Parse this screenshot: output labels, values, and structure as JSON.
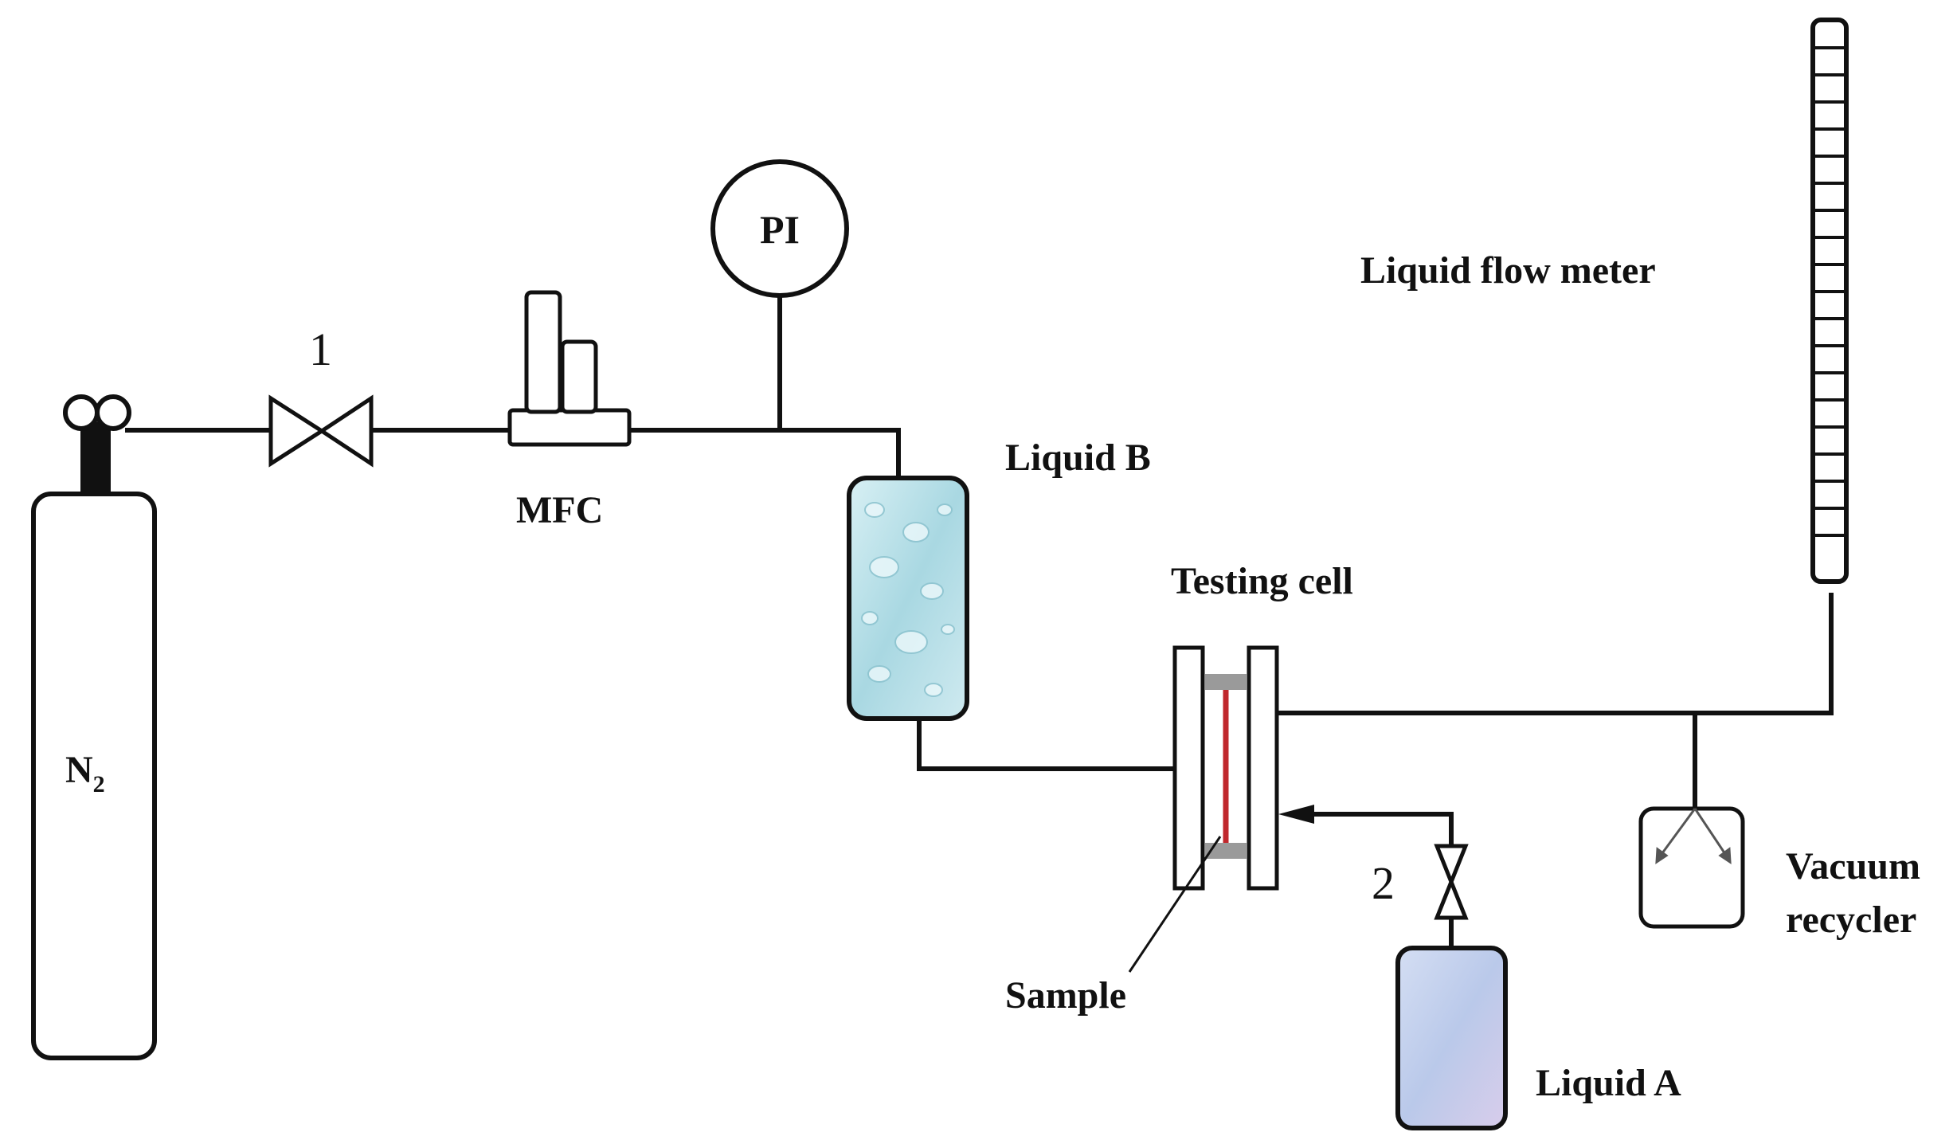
{
  "labels": {
    "n2": "N",
    "n2_sub": "2",
    "valve1": "1",
    "valve2": "2",
    "mfc": "MFC",
    "pi": "PI",
    "liquid_b": "Liquid B",
    "testing_cell": "Testing cell",
    "sample": "Sample",
    "liquid_a": "Liquid A",
    "liquid_flow_meter": "Liquid flow meter",
    "vacuum_line1": "Vacuum",
    "vacuum_line2": "recycler"
  },
  "colors": {
    "line": "#111111",
    "sample_membrane": "#c0282d",
    "gasket": "#9a9a9a",
    "liquid_b_fill": "#bfe3ea",
    "liquid_a_fill": "#c9d6ee"
  }
}
